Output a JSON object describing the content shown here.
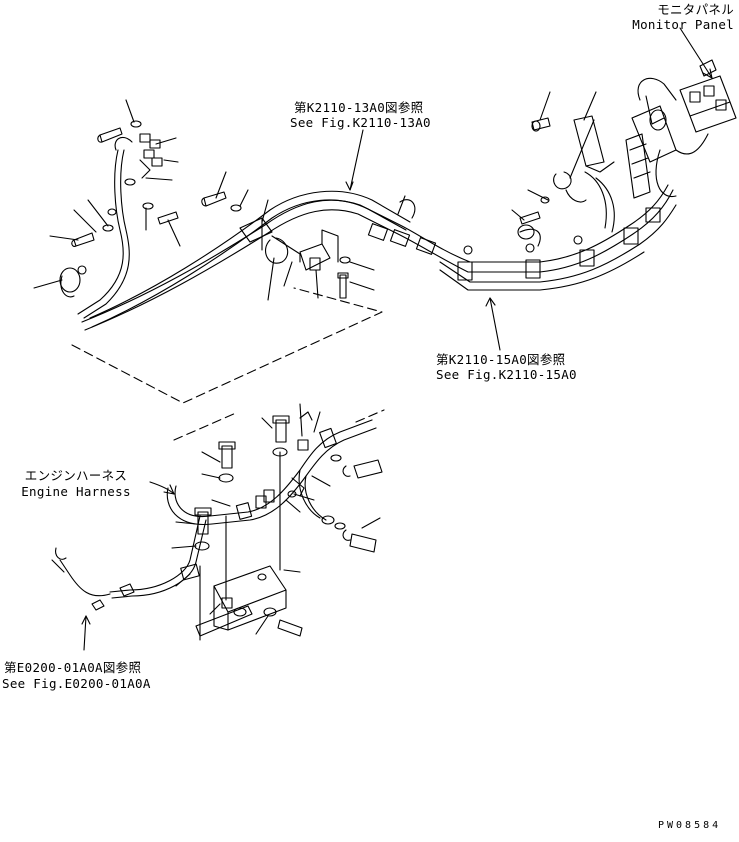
{
  "labels": {
    "monitor_panel_jp": "モニタパネル",
    "monitor_panel_en": "Monitor Panel",
    "ref_k2110_13a0_jp": "第K2110-13A0図参照",
    "ref_k2110_13a0_en": "See Fig.K2110-13A0",
    "ref_k2110_15a0_jp": "第K2110-15A0図参照",
    "ref_k2110_15a0_en": "See Fig.K2110-15A0",
    "engine_harness_jp": "エンジンハーネス",
    "engine_harness_en": "Engine Harness",
    "ref_e0200_01a0a_jp": "第E0200-01A0A図参照",
    "ref_e0200_01a0a_en": "See Fig.E0200-01A0A",
    "drawing_code": "PW08584"
  },
  "colors": {
    "ink": "#000000",
    "paper": "#ffffff"
  }
}
